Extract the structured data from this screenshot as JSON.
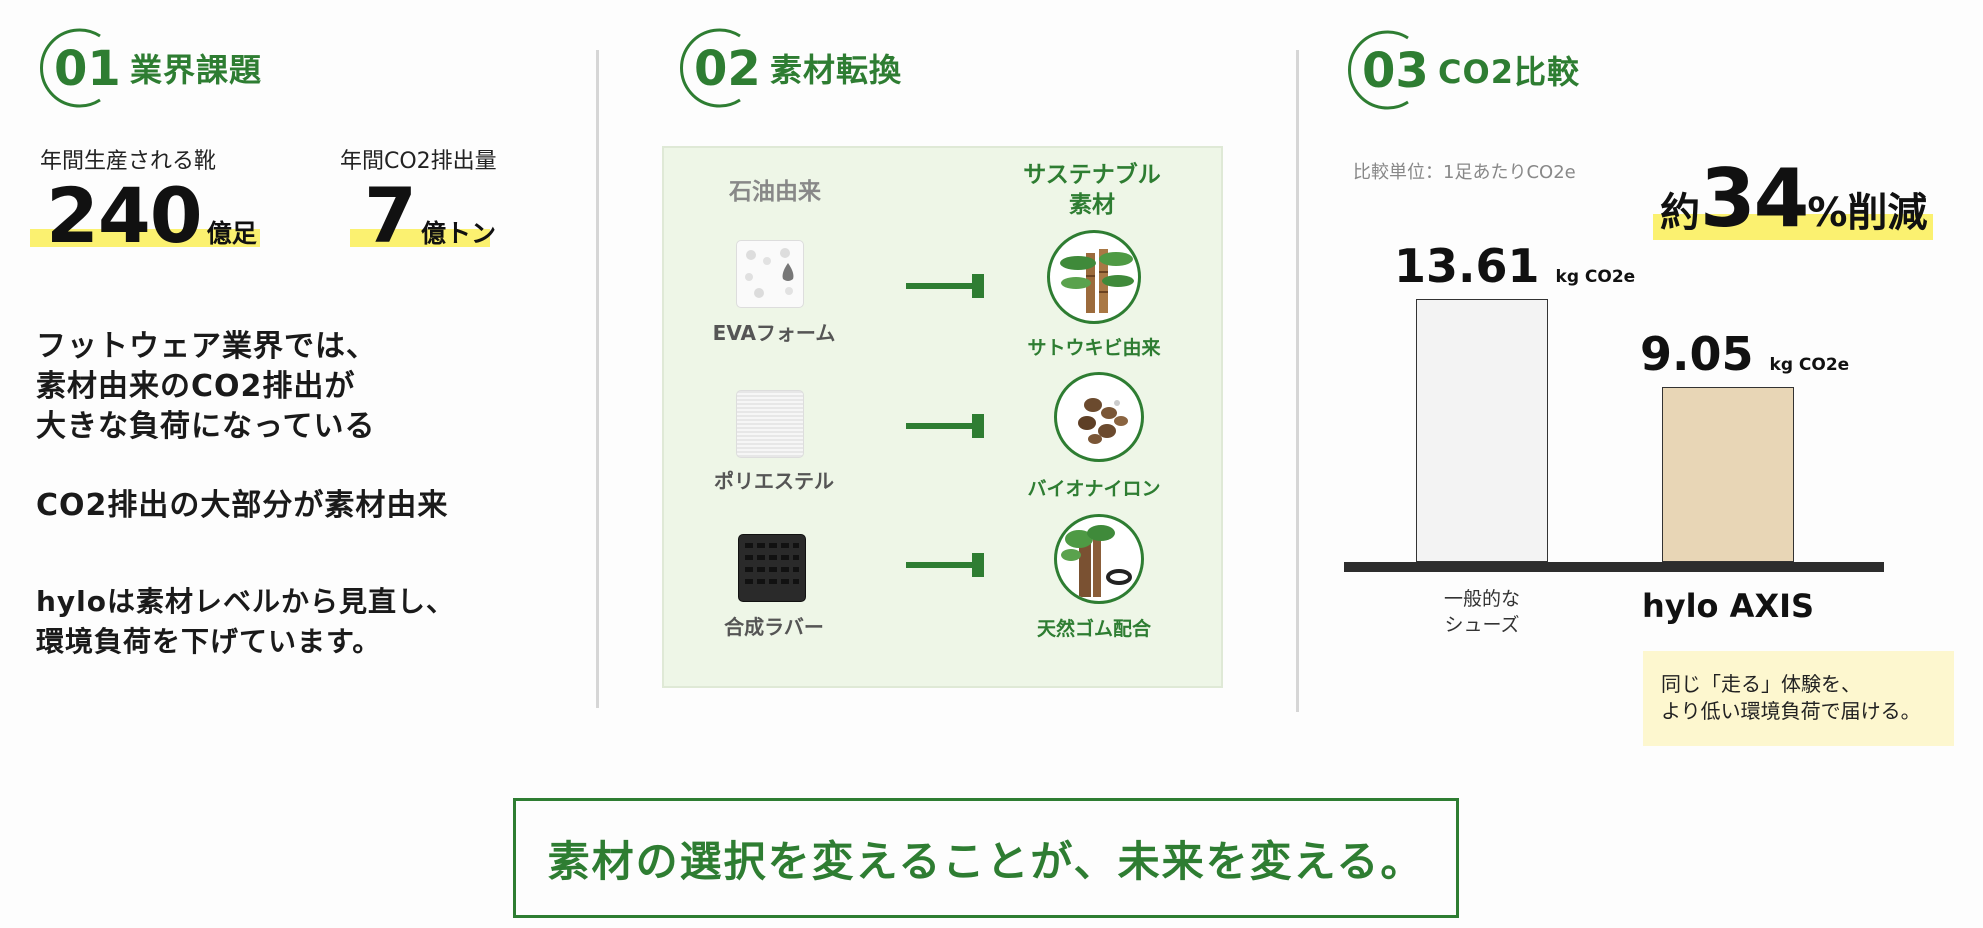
{
  "sections": [
    {
      "num": "01",
      "title": "業界課題"
    },
    {
      "num": "02",
      "title": "素材転換"
    },
    {
      "num": "03",
      "title": "CO2比較"
    }
  ],
  "industry": {
    "stat1": {
      "label": "年間生産される靴",
      "value": "240",
      "unit": "億足"
    },
    "stat2": {
      "label": "年間CO2排出量",
      "value": "7",
      "unit": "億トン"
    },
    "para1": [
      "フットウェア業界では、",
      "素材由来のCO2排出が",
      "大きな負荷になっている"
    ],
    "para2": "CO2排出の大部分が素材由来",
    "para3": [
      "hyloは素材レベルから見直し、",
      "環境負荷を下げています。"
    ]
  },
  "materials": {
    "fossil_header": "石油由来",
    "sustainable_header": [
      "サステナブル",
      "素材"
    ],
    "rows": [
      {
        "from": "EVAフォーム",
        "from_icon": "eva-foam-icon",
        "to": "サトウキビ由来",
        "to_icon": "sugarcane-icon"
      },
      {
        "from": "ポリエステル",
        "from_icon": "polyester-icon",
        "to": "バイオナイロン",
        "to_icon": "bio-nylon-icon"
      },
      {
        "from": "合成ラバー",
        "from_icon": "synthetic-rubber-icon",
        "to": "天然ゴム配合",
        "to_icon": "natural-rubber-icon"
      }
    ]
  },
  "comparison": {
    "unit_note": "比較単位：1足あたりCO2e",
    "reduction_prefix": "約",
    "reduction_value": "34",
    "reduction_suffix": "%削減",
    "value_unit": "kg CO2e",
    "message": [
      "同じ「走る」体験を、",
      "より低い環境負荷で届ける。"
    ]
  },
  "chart_data": {
    "type": "bar",
    "categories": [
      "一般的なシューズ",
      "hylo AXIS"
    ],
    "category_lines": [
      [
        "一般的な",
        "シューズ"
      ],
      [
        "hylo AXIS"
      ]
    ],
    "values": [
      13.61,
      9.05
    ],
    "value_labels": [
      "13.61",
      "9.05"
    ],
    "unit": "kg CO2e",
    "title": "",
    "xlabel": "",
    "ylabel": "",
    "ylim": [
      0,
      15.5
    ]
  },
  "colors": {
    "brand_green": "#2e7d32",
    "highlight_yellow": "#fbf170",
    "panel_green": "#eef6e7",
    "bar_generic": "#f3f3f3",
    "bar_hylo": "#e8d6b6",
    "message_bg": "#fdf7cf"
  },
  "tagline": "素材の選択を変えることが、未来を変える。"
}
